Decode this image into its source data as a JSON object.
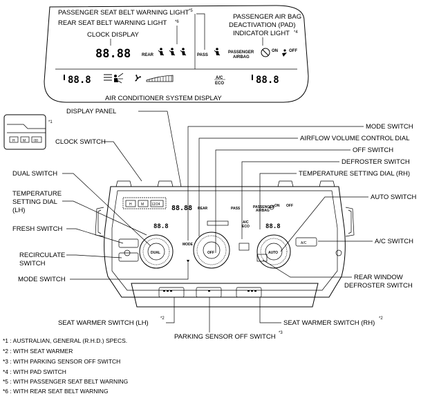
{
  "callouts": {
    "passenger_seat_belt": "PASSENGER SEAT BELT WARNING LIGHT",
    "passenger_seat_belt_sup": "*5",
    "rear_seat_belt": "REAR SEAT BELT WARNING LIGHT",
    "rear_seat_belt_sup": "*6",
    "clock_display": "CLOCK DISPLAY",
    "pad_line1": "PASSENGER AIR BAG",
    "pad_line2": "DEACTIVATION (PAD)",
    "pad_line3": "INDICATOR LIGHT",
    "pad_sup": "*4",
    "ac_system_display": "AIR CONDITIONER SYSTEM DISPLAY",
    "display_panel": "DISPLAY PANEL",
    "clock_switch": "CLOCK SWITCH",
    "dual_switch": "DUAL SWITCH",
    "temp_dial_lh_1": "TEMPERATURE",
    "temp_dial_lh_2": "SETTING DIAL",
    "temp_dial_lh_3": "(LH)",
    "fresh_switch": "FRESH SWITCH",
    "recirculate_1": "RECIRCULATE",
    "recirculate_2": "SWITCH",
    "mode_switch_left": "MODE SWITCH",
    "mode_switch_top": "MODE SWITCH",
    "airflow_dial": "AIRFLOW VOLUME CONTROL DIAL",
    "off_switch": "OFF SWITCH",
    "defroster_switch": "DEFROSTER SWITCH",
    "temp_dial_rh": "TEMPERATURE SETTING DIAL (RH)",
    "auto_switch": "AUTO SWITCH",
    "ac_switch": "A/C SWITCH",
    "rear_window_1": "REAR WINDOW",
    "rear_window_2": "DEFROSTER SWITCH",
    "seat_warmer_lh": "SEAT WARMER SWITCH (LH)",
    "seat_warmer_lh_sup": "*2",
    "seat_warmer_rh": "SEAT WARMER SWITCH (RH)",
    "seat_warmer_rh_sup": "*2",
    "parking_sensor": "PARKING SENSOR OFF SWITCH",
    "parking_sensor_sup": "*3",
    "inset_sup": "*1"
  },
  "display": {
    "clock": "88.88",
    "temp_left": "88.8",
    "temp_right": "88.8",
    "rear": "REAR",
    "pass": "PASS",
    "passenger_airbag_1": "PASSENGER",
    "passenger_airbag_2": "AIRBAG",
    "on": "ON",
    "off": "OFF",
    "ac": "A/C",
    "eco": "ECO"
  },
  "panel": {
    "dual": "DUAL",
    "off": "OFF",
    "auto": "AUTO",
    "ac": "A/C",
    "mode": "MODE",
    "clock_h": "H",
    "clock_m": "M",
    "clock_24": "12/24",
    "inset_h": "H",
    "inset_m": "M",
    "inset_00": ":00"
  },
  "footnotes": [
    "*1 : AUSTRALIAN, GENERAL (R.H.D.) SPECS.",
    "*2 : WITH SEAT WARMER",
    "*3 : WITH PARKING SENSOR OFF SWITCH",
    "*4 : WITH PAD SWITCH",
    "*5 : WITH PASSENGER SEAT BELT WARNING",
    "*6 : WITH REAR SEAT BELT WARNING"
  ]
}
